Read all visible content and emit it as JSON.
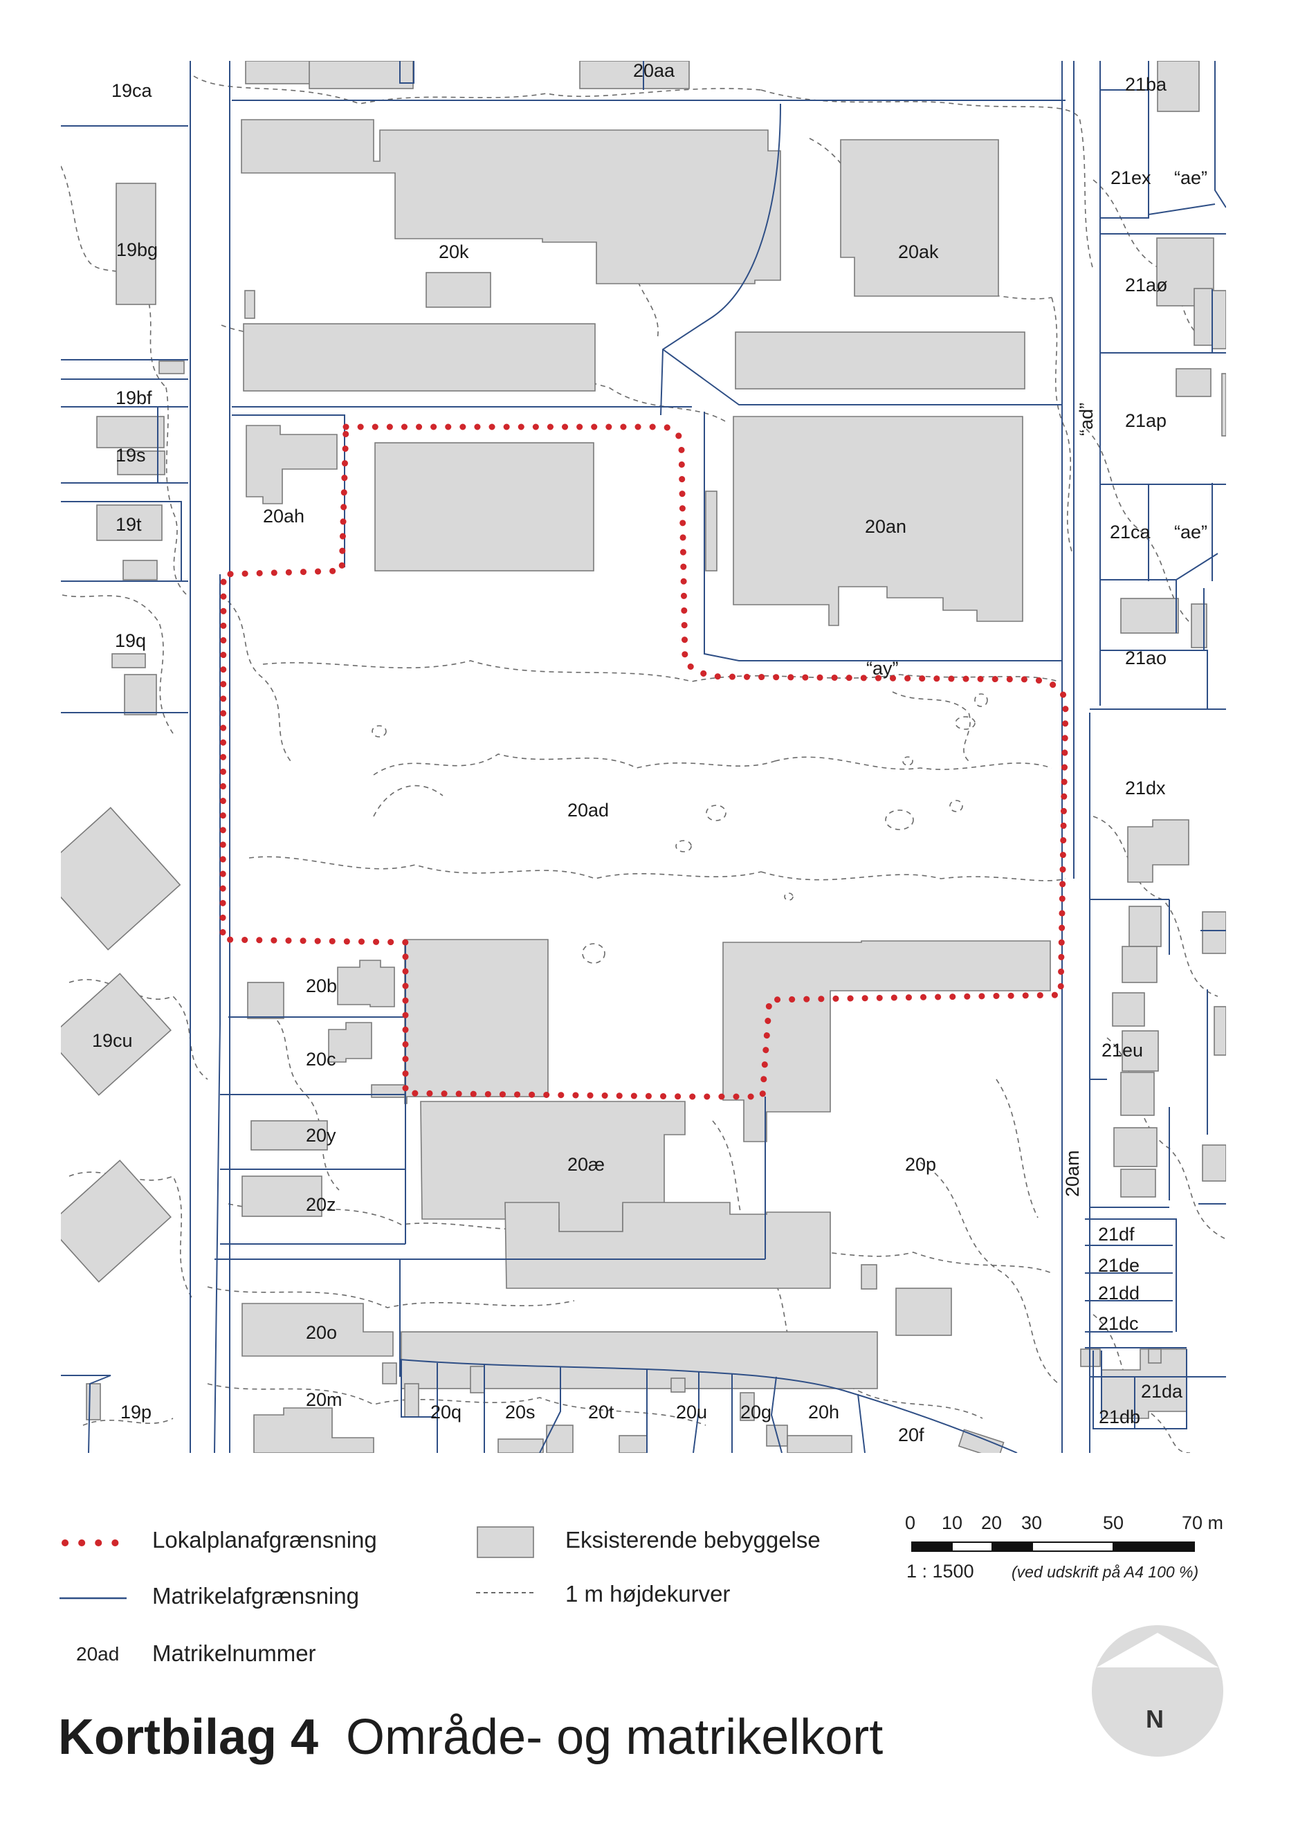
{
  "map_labels": {
    "l19ca": "19ca",
    "l20aa": "20aa",
    "l21ba": "21ba",
    "l21ex": "21ex",
    "lae1": "“ae”",
    "l19bg": "19bg",
    "l20k": "20k",
    "l20ak": "20ak",
    "l21ao_": "21aø",
    "l19bf": "19bf",
    "l19s": "19s",
    "lad": "“ad”",
    "l21ap": "21ap",
    "l19t": "19t",
    "l20ah": "20ah",
    "l20an": "20an",
    "l21ca": "21ca",
    "lae2": "“ae”",
    "l19q": "19q",
    "lay": "“ay”",
    "l21ao": "21ao",
    "l20ad": "20ad",
    "l21dx": "21dx",
    "l20b": "20b",
    "l19cu": "19cu",
    "l20c": "20c",
    "l21eu": "21eu",
    "l20y": "20y",
    "l20ae": "20æ",
    "l20p": "20p",
    "l20am": "20am",
    "l20z": "20z",
    "l21df": "21df",
    "l21de": "21de",
    "l21dd": "21dd",
    "l21dc": "21dc",
    "l20o": "20o",
    "l21da": "21da",
    "l19p": "19p",
    "l20m": "20m",
    "l20q": "20q",
    "l20s": "20s",
    "l20t": "20t",
    "l20u": "20u",
    "l20g": "20g",
    "l20h": "20h",
    "l21db": "21db",
    "l20f": "20f"
  },
  "legend": {
    "plan_boundary": "Lokalplanafgrænsning",
    "parcel_boundary": "Matrikelafgrænsning",
    "parcel_number_example": "20ad",
    "parcel_number": "Matrikelnummer",
    "existing_buildings": "Eksisterende bebyggelse",
    "contours": "1 m højdekurver"
  },
  "scale": {
    "ticks": [
      "0",
      "10",
      "20",
      "30",
      "50",
      "70 m"
    ],
    "ratio": "1 : 1500",
    "note": "(ved udskrift på A4 100 %)"
  },
  "north": {
    "label": "N"
  },
  "title": {
    "bold": "Kortbilag 4",
    "regular": "Område- og matrikelkort"
  },
  "colors": {
    "plan_boundary": "#d0262b",
    "parcel_boundary": "#2f4f86",
    "building_fill": "#d9d9d9",
    "contour": "#6a6a6a"
  }
}
